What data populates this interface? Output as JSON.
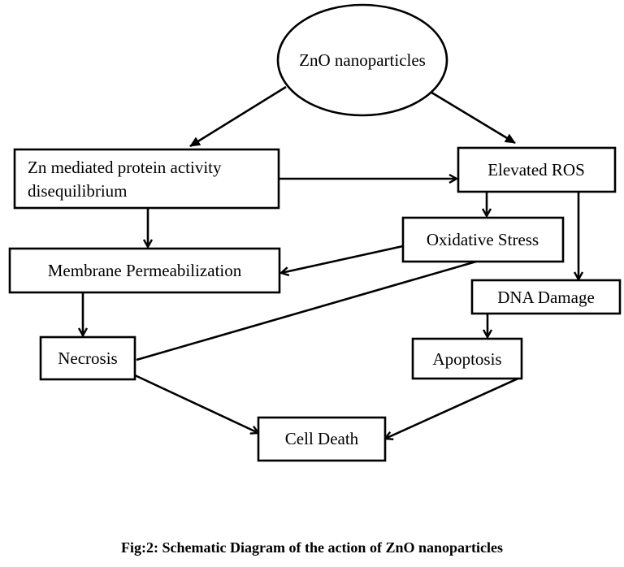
{
  "nodes": {
    "zno": "ZnO nanoparticles",
    "zn_line1": "Zn mediated protein activity",
    "zn_line2": "disequilibrium",
    "ros": "Elevated ROS",
    "oxidative": "Oxidative Stress",
    "membrane": "Membrane Permeabilization",
    "dna": "DNA Damage",
    "necrosis": "Necrosis",
    "apoptosis": "Apoptosis",
    "celldeath": "Cell Death"
  },
  "caption": "Fig:2: Schematic Diagram of the action of ZnO nanoparticles"
}
